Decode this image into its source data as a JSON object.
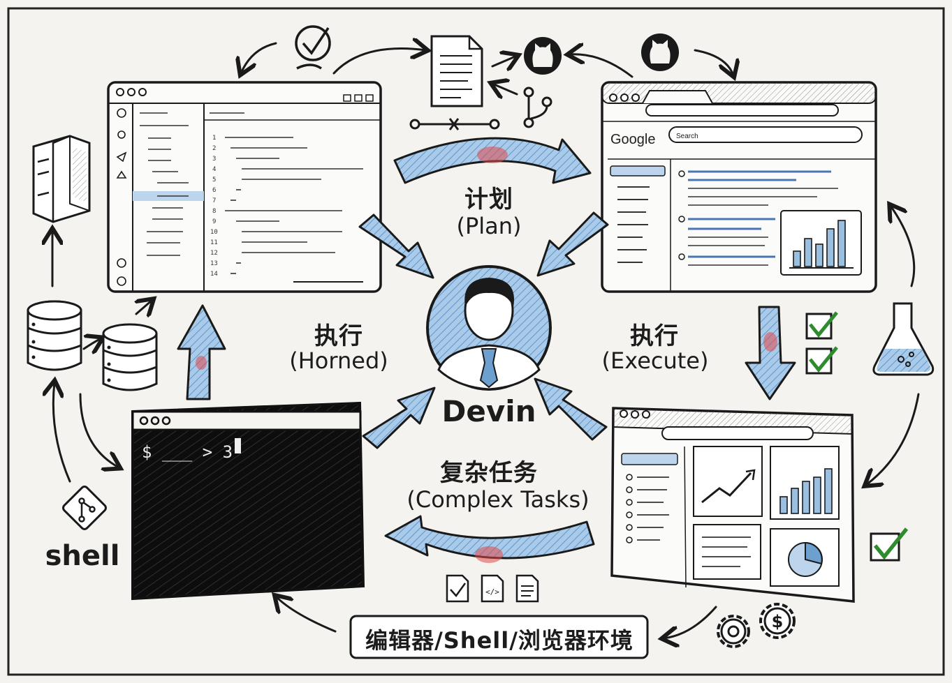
{
  "center": {
    "name": "Devin"
  },
  "labels": {
    "plan_zh": "计划",
    "plan_en": "(Plan)",
    "exec_left_zh": "执行",
    "exec_left_en": "(Horned)",
    "exec_right_zh": "执行",
    "exec_right_en": "(Execute)",
    "tasks_zh": "复杂任务",
    "tasks_en": "(Complex Tasks)",
    "shell": "shell",
    "environment": "编辑器/Shell/浏览器环境"
  },
  "browser": {
    "brand": "Google",
    "search_placeholder": "Search"
  },
  "terminal": {
    "prompt": "$ ___ > 3"
  },
  "colors": {
    "accent_blue": "#7fb2dd",
    "accent_red": "#e0484a",
    "check_green": "#2e8b2e",
    "ink": "#1a1a1a"
  },
  "icons": [
    "server-icon",
    "database-icon",
    "git-icon",
    "github-icon",
    "document-icon",
    "branch-icon",
    "checkmark-icon",
    "flask-icon",
    "gear-icon",
    "dollar-gear-icon",
    "file-check-icon",
    "file-code-icon",
    "file-text-icon",
    "user-avatar-icon"
  ]
}
